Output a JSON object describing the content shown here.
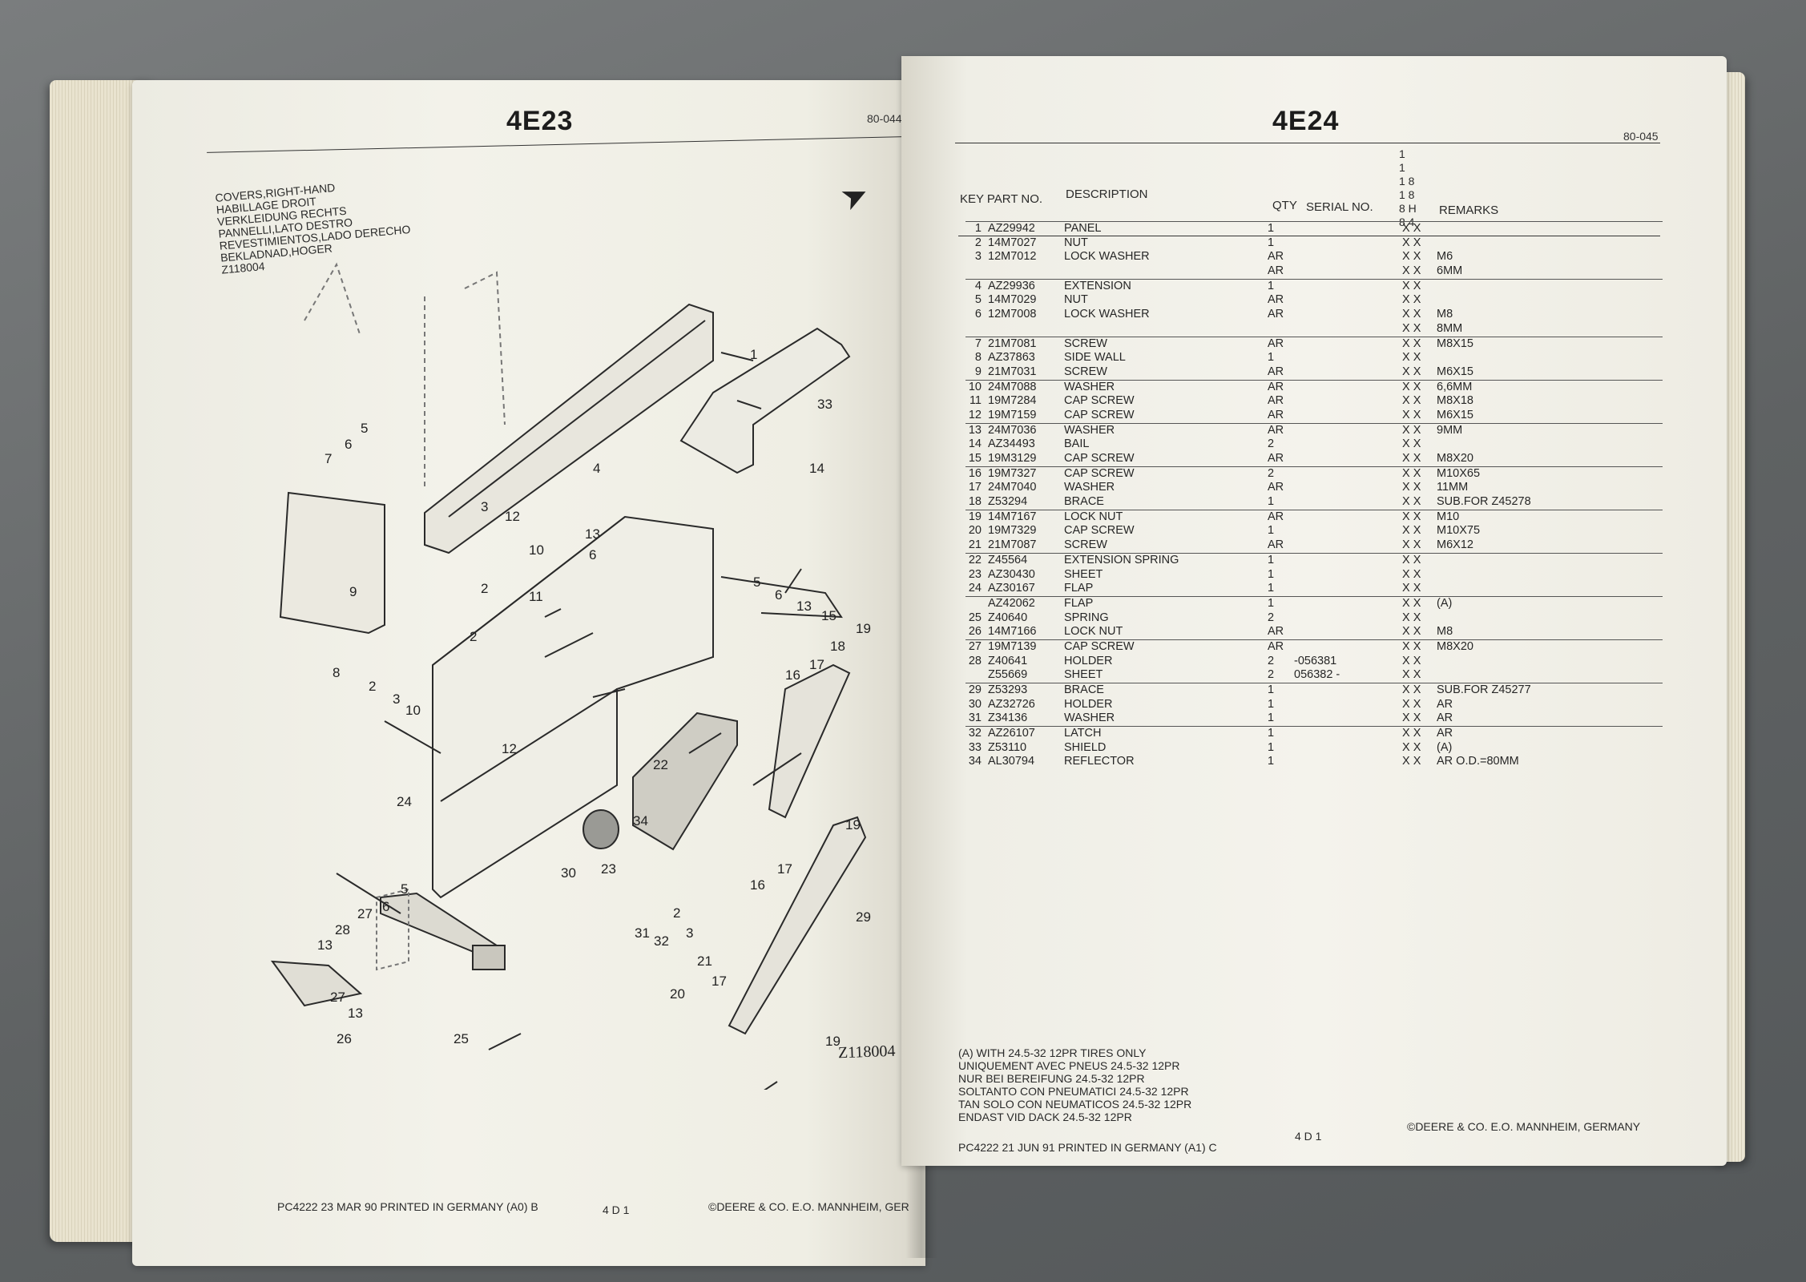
{
  "left_page": {
    "title": "4E23",
    "code": "80-044",
    "title_block": [
      "COVERS,RIGHT-HAND",
      "HABILLAGE DROIT",
      "VERKLEIDUNG RECHTS",
      "PANNELLI,LATO DESTRO",
      "REVESTIMIENTOS,LADO DERECHO",
      "BEKLADNAD,HOGER",
      "Z118004"
    ],
    "figure_code": "Z118004",
    "callouts": [
      "1",
      "33",
      "14",
      "5",
      "6",
      "7",
      "3",
      "4",
      "12",
      "13",
      "6",
      "10",
      "11",
      "2",
      "2",
      "9",
      "8",
      "3",
      "10",
      "2",
      "12",
      "5",
      "6",
      "13",
      "15",
      "18",
      "19",
      "16",
      "17",
      "22",
      "24",
      "34",
      "19",
      "23",
      "16",
      "17",
      "5",
      "6",
      "27",
      "28",
      "13",
      "30",
      "31",
      "32",
      "2",
      "3",
      "21",
      "29",
      "27",
      "13",
      "26",
      "25",
      "20",
      "17",
      "19"
    ],
    "footer": {
      "left": "PC4222  23 MAR 90   PRINTED IN GERMANY (A0) B",
      "center": "4 D  1",
      "right": "©DEERE & CO. E.O. MANNHEIM, GER"
    }
  },
  "right_page": {
    "title": "4E24",
    "code": "80-045",
    "headers": {
      "key_part": "KEY PART NO.",
      "description": "DESCRIPTION",
      "qty": "QTY",
      "serial": "SERIAL NO.",
      "remarks": "REMARKS"
    },
    "serial_digit_columns": [
      "1",
      "1",
      "1 8",
      "1 8",
      "8 H",
      "8 4"
    ],
    "parts": [
      {
        "key": "1",
        "part": "AZ29942",
        "desc": "PANEL",
        "qty": "1",
        "serial": "",
        "cols": "X X",
        "remarks": "",
        "sep": true
      },
      {
        "key": "2",
        "part": "14M7027",
        "desc": "NUT",
        "qty": "1",
        "serial": "",
        "cols": "X X",
        "remarks": ""
      },
      {
        "key": "3",
        "part": "12M7012",
        "desc": "LOCK WASHER",
        "qty": "AR",
        "serial": "",
        "cols": "X X",
        "remarks": "M6"
      },
      {
        "key": "",
        "part": "",
        "desc": "",
        "qty": "AR",
        "serial": "",
        "cols": "X X",
        "remarks": "6MM"
      },
      {
        "key": "4",
        "part": "AZ29936",
        "desc": "EXTENSION",
        "qty": "1",
        "serial": "",
        "cols": "X X",
        "remarks": "",
        "sep": true
      },
      {
        "key": "5",
        "part": "14M7029",
        "desc": "NUT",
        "qty": "AR",
        "serial": "",
        "cols": "X X",
        "remarks": ""
      },
      {
        "key": "6",
        "part": "12M7008",
        "desc": "LOCK WASHER",
        "qty": "AR",
        "serial": "",
        "cols": "X X",
        "remarks": "M8"
      },
      {
        "key": "",
        "part": "",
        "desc": "",
        "qty": "",
        "serial": "",
        "cols": "X X",
        "remarks": "8MM"
      },
      {
        "key": "7",
        "part": "21M7081",
        "desc": "SCREW",
        "qty": "AR",
        "serial": "",
        "cols": "X X",
        "remarks": "M8X15",
        "sep": true
      },
      {
        "key": "8",
        "part": "AZ37863",
        "desc": "SIDE WALL",
        "qty": "1",
        "serial": "",
        "cols": "X X",
        "remarks": ""
      },
      {
        "key": "9",
        "part": "21M7031",
        "desc": "SCREW",
        "qty": "AR",
        "serial": "",
        "cols": "X X",
        "remarks": "M6X15"
      },
      {
        "key": "10",
        "part": "24M7088",
        "desc": "WASHER",
        "qty": "AR",
        "serial": "",
        "cols": "X X",
        "remarks": "6,6MM",
        "sep": true
      },
      {
        "key": "11",
        "part": "19M7284",
        "desc": "CAP SCREW",
        "qty": "AR",
        "serial": "",
        "cols": "X X",
        "remarks": "M8X18"
      },
      {
        "key": "12",
        "part": "19M7159",
        "desc": "CAP SCREW",
        "qty": "AR",
        "serial": "",
        "cols": "X X",
        "remarks": "M6X15"
      },
      {
        "key": "13",
        "part": "24M7036",
        "desc": "WASHER",
        "qty": "AR",
        "serial": "",
        "cols": "X X",
        "remarks": "9MM",
        "sep": true
      },
      {
        "key": "14",
        "part": "AZ34493",
        "desc": "BAIL",
        "qty": "2",
        "serial": "",
        "cols": "X X",
        "remarks": ""
      },
      {
        "key": "15",
        "part": "19M3129",
        "desc": "CAP SCREW",
        "qty": "AR",
        "serial": "",
        "cols": "X X",
        "remarks": "M8X20"
      },
      {
        "key": "16",
        "part": "19M7327",
        "desc": "CAP SCREW",
        "qty": "2",
        "serial": "",
        "cols": "X X",
        "remarks": "M10X65",
        "sep": true
      },
      {
        "key": "17",
        "part": "24M7040",
        "desc": "WASHER",
        "qty": "AR",
        "serial": "",
        "cols": "X X",
        "remarks": "11MM"
      },
      {
        "key": "18",
        "part": "Z53294",
        "desc": "BRACE",
        "qty": "1",
        "serial": "",
        "cols": "X X",
        "remarks": "SUB.FOR Z45278"
      },
      {
        "key": "19",
        "part": "14M7167",
        "desc": "LOCK NUT",
        "qty": "AR",
        "serial": "",
        "cols": "X X",
        "remarks": "M10",
        "sep": true
      },
      {
        "key": "20",
        "part": "19M7329",
        "desc": "CAP SCREW",
        "qty": "1",
        "serial": "",
        "cols": "X X",
        "remarks": "M10X75"
      },
      {
        "key": "21",
        "part": "21M7087",
        "desc": "SCREW",
        "qty": "AR",
        "serial": "",
        "cols": "X X",
        "remarks": "M6X12"
      },
      {
        "key": "22",
        "part": "Z45564",
        "desc": "EXTENSION SPRING",
        "qty": "1",
        "serial": "",
        "cols": "X X",
        "remarks": "",
        "sep": true
      },
      {
        "key": "23",
        "part": "AZ30430",
        "desc": "SHEET",
        "qty": "1",
        "serial": "",
        "cols": "X X",
        "remarks": ""
      },
      {
        "key": "24",
        "part": "AZ30167",
        "desc": "FLAP",
        "qty": "1",
        "serial": "",
        "cols": "X X",
        "remarks": ""
      },
      {
        "key": "",
        "part": "AZ42062",
        "desc": "FLAP",
        "qty": "1",
        "serial": "",
        "cols": "X X",
        "remarks": "(A)",
        "sep": true
      },
      {
        "key": "25",
        "part": "Z40640",
        "desc": "SPRING",
        "qty": "2",
        "serial": "",
        "cols": "X X",
        "remarks": ""
      },
      {
        "key": "26",
        "part": "14M7166",
        "desc": "LOCK NUT",
        "qty": "AR",
        "serial": "",
        "cols": "X X",
        "remarks": "M8"
      },
      {
        "key": "27",
        "part": "19M7139",
        "desc": "CAP SCREW",
        "qty": "AR",
        "serial": "",
        "cols": "X X",
        "remarks": "M8X20",
        "sep": true
      },
      {
        "key": "28",
        "part": "Z40641",
        "desc": "HOLDER",
        "qty": "2",
        "serial": "-056381",
        "cols": "X X",
        "remarks": ""
      },
      {
        "key": "",
        "part": "Z55669",
        "desc": "SHEET",
        "qty": "2",
        "serial": "056382 -",
        "cols": "X X",
        "remarks": ""
      },
      {
        "key": "29",
        "part": "Z53293",
        "desc": "BRACE",
        "qty": "1",
        "serial": "",
        "cols": "X X",
        "remarks": "SUB.FOR Z45277",
        "sep": true
      },
      {
        "key": "30",
        "part": "AZ32726",
        "desc": "HOLDER",
        "qty": "1",
        "serial": "",
        "cols": "X X",
        "remarks": "AR"
      },
      {
        "key": "31",
        "part": "Z34136",
        "desc": "WASHER",
        "qty": "1",
        "serial": "",
        "cols": "X X",
        "remarks": "AR"
      },
      {
        "key": "32",
        "part": "AZ26107",
        "desc": "LATCH",
        "qty": "1",
        "serial": "",
        "cols": "X X",
        "remarks": "AR",
        "sep": true
      },
      {
        "key": "33",
        "part": "Z53110",
        "desc": "SHIELD",
        "qty": "1",
        "serial": "",
        "cols": "X X",
        "remarks": "(A)"
      },
      {
        "key": "34",
        "part": "AL30794",
        "desc": "REFLECTOR",
        "qty": "1",
        "serial": "",
        "cols": "X X",
        "remarks": "AR O.D.=80MM"
      }
    ],
    "note": [
      "(A)  WITH 24.5-32 12PR TIRES ONLY",
      "      UNIQUEMENT AVEC PNEUS 24.5-32 12PR",
      "      NUR BEI BEREIFUNG 24.5-32 12PR",
      "      SOLTANTO CON PNEUMATICI 24.5-32 12PR",
      "      TAN SOLO CON NEUMATICOS 24.5-32 12PR",
      "      ENDAST VID DACK 24.5-32 12PR"
    ],
    "footer": {
      "left": "PC4222  21 JUN 91   PRINTED IN GERMANY (A1) C",
      "center": "4 D  1",
      "right": "©DEERE & CO. E.O. MANNHEIM, GERMANY"
    }
  }
}
